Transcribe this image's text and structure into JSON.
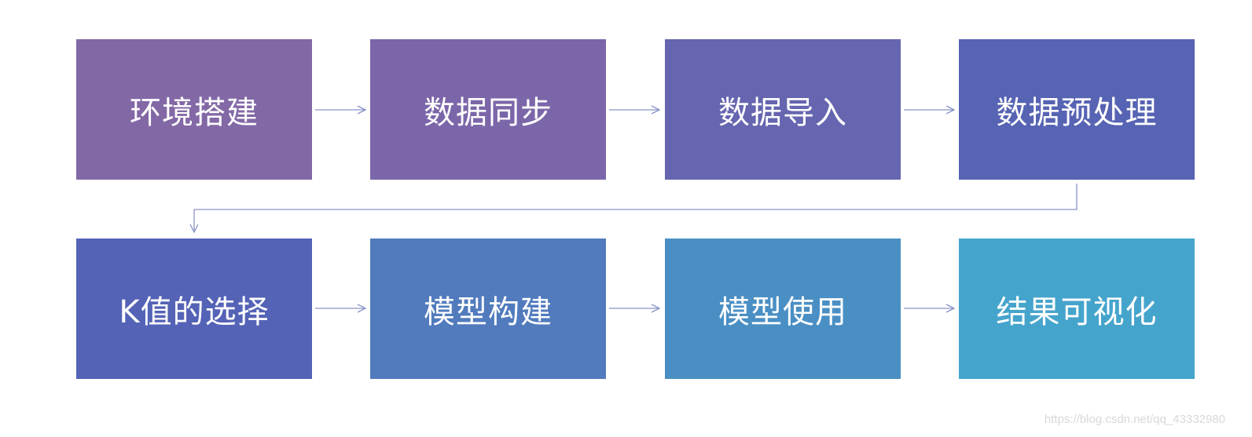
{
  "steps": [
    {
      "label": "环境搭建",
      "color": "#8368a6"
    },
    {
      "label": "数据同步",
      "color": "#7b66a9"
    },
    {
      "label": "数据导入",
      "color": "#6665b0"
    },
    {
      "label": "数据预处理",
      "color": "#5763b3"
    },
    {
      "label": "K值的选择",
      "color": "#5463b6"
    },
    {
      "label": "模型构建",
      "color": "#517bbd"
    },
    {
      "label": "模型使用",
      "color": "#4a8fc4"
    },
    {
      "label": "结果可视化",
      "color": "#45a4cc"
    }
  ],
  "connector_color": "#8a93c8",
  "watermark": "https://blog.csdn.net/qq_43332980"
}
